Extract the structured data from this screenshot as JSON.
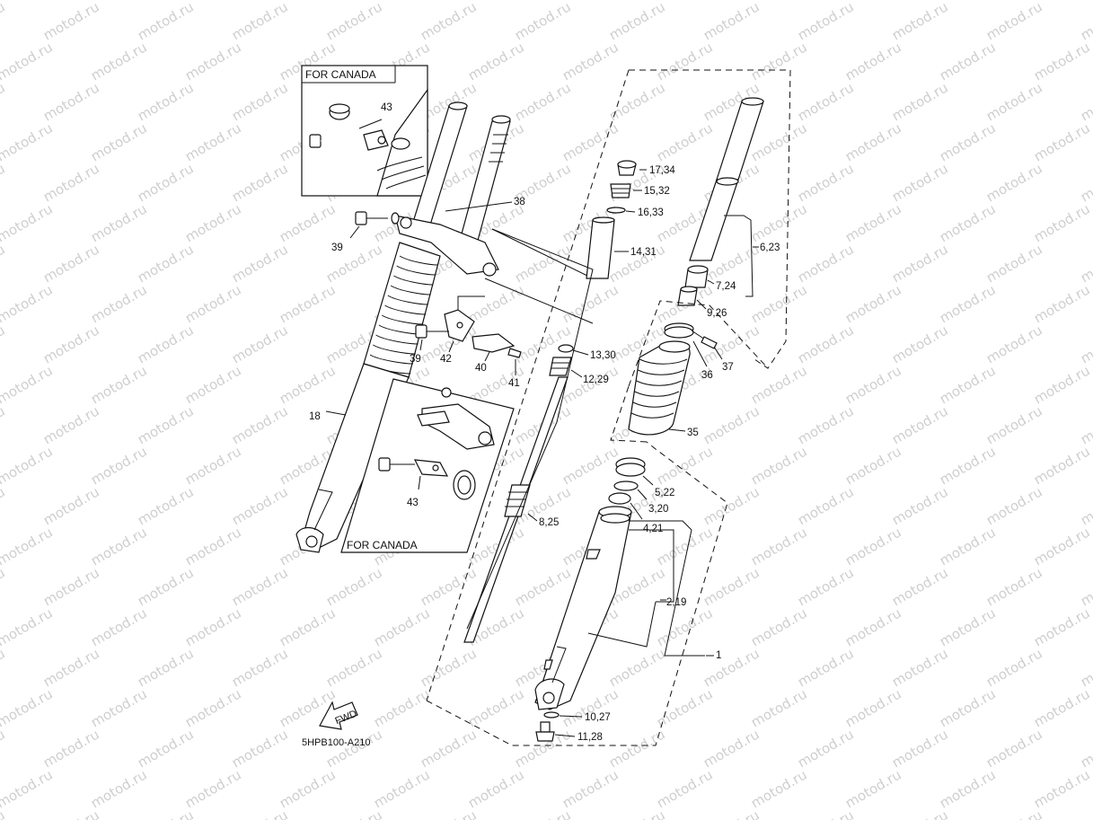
{
  "watermark": "motod.ru",
  "diagram_code": "5HPB100-A210",
  "fwd_label": "FWD",
  "inset_top": {
    "title": "FOR CANADA"
  },
  "inset_bottom": {
    "title": "FOR CANADA"
  },
  "callouts": {
    "c43_top": "43",
    "c39_top": "39",
    "c38": "38",
    "c39_mid": "39",
    "c42": "42",
    "c40": "40",
    "c41": "41",
    "c18": "18",
    "c43_bottom": "43",
    "c17_34": "17,34",
    "c15_32": "15,32",
    "c16_33": "16,33",
    "c14_31": "14,31",
    "c6_23": "6,23",
    "c7_24": "7,24",
    "c9_26": "9,26",
    "c13_30": "13,30",
    "c12_29": "12,29",
    "c36": "36",
    "c37": "37",
    "c35": "35",
    "c5_22": "5,22",
    "c3_20": "3,20",
    "c4_21": "4,21",
    "c8_25": "8,25",
    "c2_19": "2,19",
    "c1": "1",
    "c10_27": "10,27",
    "c11_28": "11,28"
  }
}
